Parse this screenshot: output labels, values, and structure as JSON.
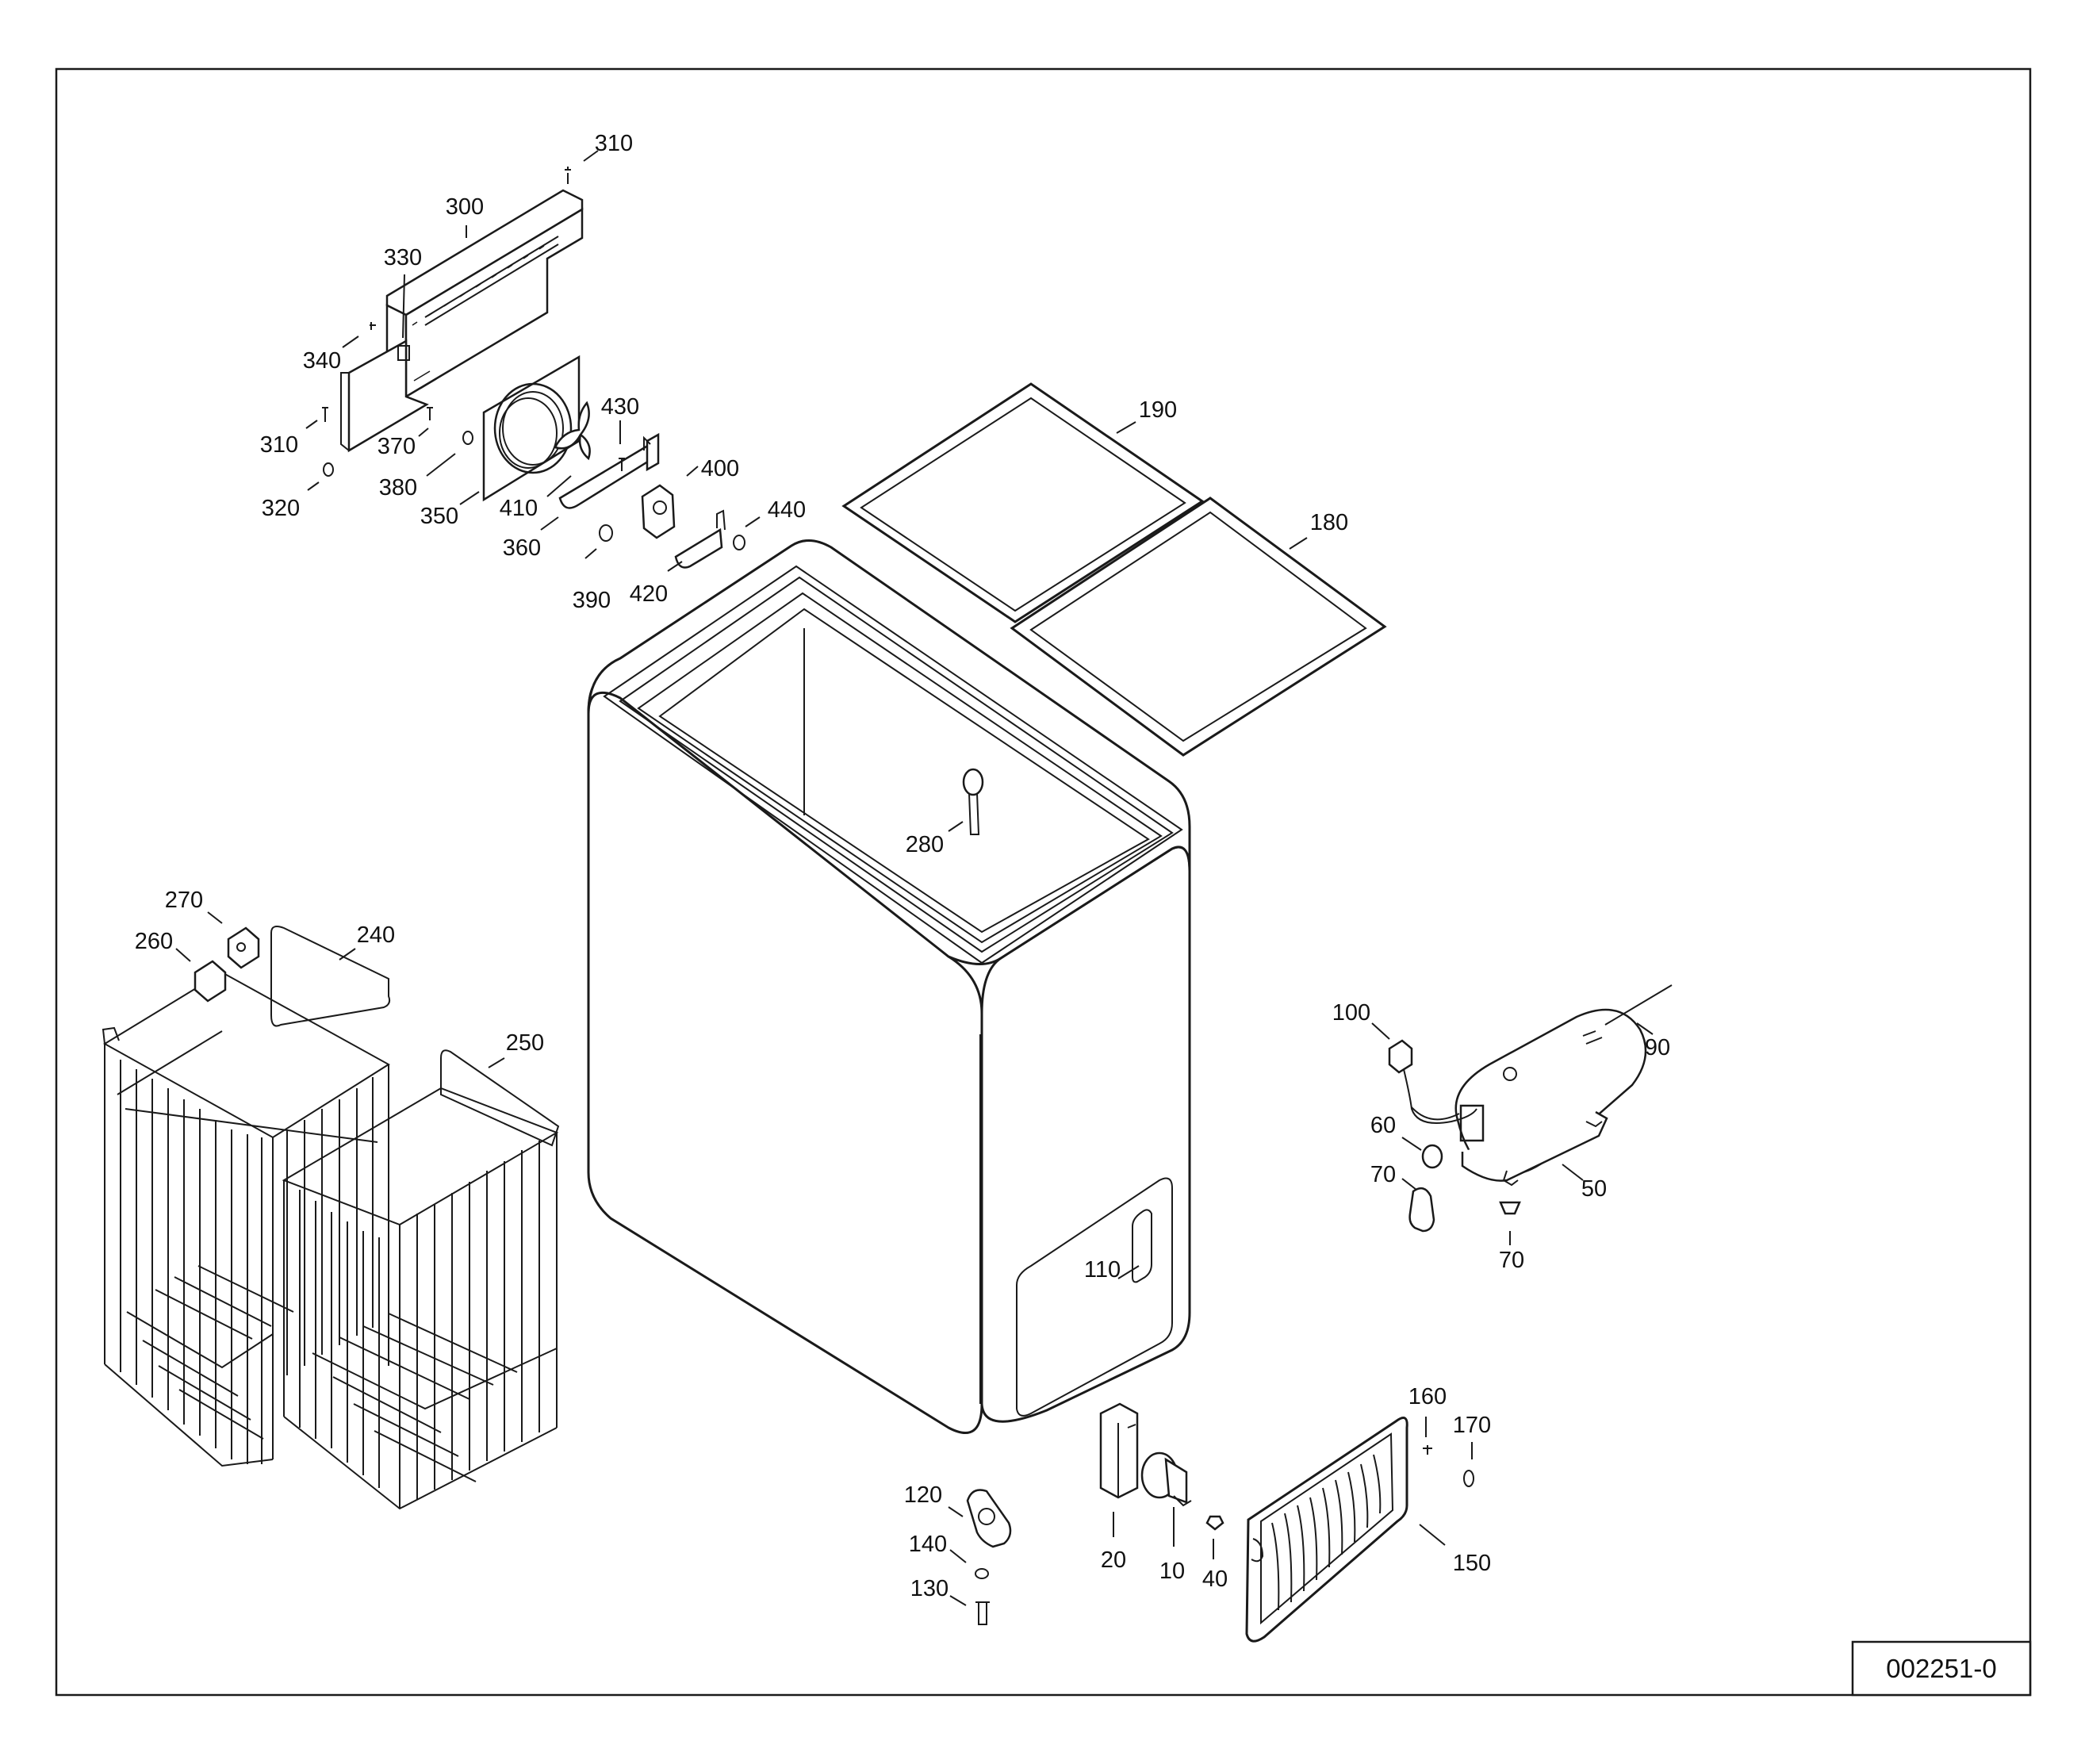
{
  "drawing": {
    "code": "002251-0",
    "callouts": [
      {
        "id": "c310a",
        "text": "310"
      },
      {
        "id": "c300",
        "text": "300"
      },
      {
        "id": "c330",
        "text": "330"
      },
      {
        "id": "c340",
        "text": "340"
      },
      {
        "id": "c310b",
        "text": "310"
      },
      {
        "id": "c370",
        "text": "370"
      },
      {
        "id": "c430",
        "text": "430"
      },
      {
        "id": "c320",
        "text": "320"
      },
      {
        "id": "c380",
        "text": "380"
      },
      {
        "id": "c350",
        "text": "350"
      },
      {
        "id": "c410",
        "text": "410"
      },
      {
        "id": "c400",
        "text": "400"
      },
      {
        "id": "c360",
        "text": "360"
      },
      {
        "id": "c440",
        "text": "440"
      },
      {
        "id": "c390",
        "text": "390"
      },
      {
        "id": "c420",
        "text": "420"
      },
      {
        "id": "c190",
        "text": "190"
      },
      {
        "id": "c180",
        "text": "180"
      },
      {
        "id": "c280",
        "text": "280"
      },
      {
        "id": "c270",
        "text": "270"
      },
      {
        "id": "c260",
        "text": "260"
      },
      {
        "id": "c240",
        "text": "240"
      },
      {
        "id": "c250",
        "text": "250"
      },
      {
        "id": "c100",
        "text": "100"
      },
      {
        "id": "c90",
        "text": "90"
      },
      {
        "id": "c60",
        "text": "60"
      },
      {
        "id": "c70a",
        "text": "70"
      },
      {
        "id": "c50",
        "text": "50"
      },
      {
        "id": "c70b",
        "text": "70"
      },
      {
        "id": "c110",
        "text": "110"
      },
      {
        "id": "c160",
        "text": "160"
      },
      {
        "id": "c170",
        "text": "170"
      },
      {
        "id": "c120",
        "text": "120"
      },
      {
        "id": "c140",
        "text": "140"
      },
      {
        "id": "c130",
        "text": "130"
      },
      {
        "id": "c20",
        "text": "20"
      },
      {
        "id": "c10",
        "text": "10"
      },
      {
        "id": "c40",
        "text": "40"
      },
      {
        "id": "c150",
        "text": "150"
      }
    ]
  }
}
